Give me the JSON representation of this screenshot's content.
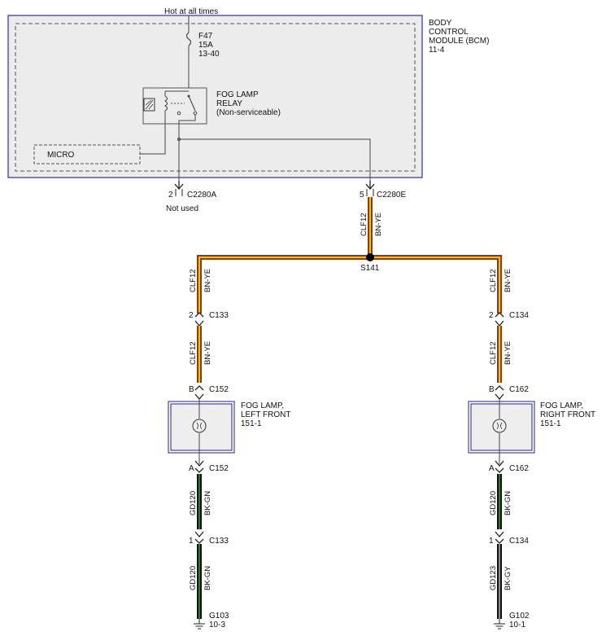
{
  "top_feed": "Hot at all times",
  "bcm": {
    "title": [
      "BODY",
      "CONTROL",
      "MODULE (BCM)",
      "11-4"
    ],
    "fuse": [
      "F47",
      "15A",
      "13-40"
    ],
    "relay": [
      "FOG LAMP",
      "RELAY",
      "(Non-serviceable)"
    ],
    "micro": "MICRO"
  },
  "bcm_pins": {
    "left": {
      "pin": "2",
      "connector": "C2280A",
      "note": "Not used"
    },
    "right": {
      "pin": "5",
      "connector": "C2280E"
    }
  },
  "splice": "S141",
  "wires": {
    "feed": {
      "circuit": "CLF12",
      "color": "BN-YE"
    },
    "left_1": {
      "circuit": "CLF12",
      "color": "BN-YE"
    },
    "left_2": {
      "circuit": "CLF12",
      "color": "BN-YE"
    },
    "left_3": {
      "circuit": "GD120",
      "color": "BK-GN"
    },
    "left_4": {
      "circuit": "GD120",
      "color": "BK-GN"
    },
    "right_1": {
      "circuit": "CLF12",
      "color": "BN-YE"
    },
    "right_2": {
      "circuit": "CLF12",
      "color": "BN-YE"
    },
    "right_3": {
      "circuit": "GD120",
      "color": "BK-GN"
    },
    "right_4": {
      "circuit": "GD123",
      "color": "BK-GY"
    }
  },
  "connectors": {
    "left_c133_top": {
      "pin": "2",
      "id": "C133"
    },
    "left_c152_top": {
      "pin": "B",
      "id": "C152"
    },
    "left_c152_bot": {
      "pin": "A",
      "id": "C152"
    },
    "left_c133_bot": {
      "pin": "1",
      "id": "C133"
    },
    "right_c134_top": {
      "pin": "2",
      "id": "C134"
    },
    "right_c162_top": {
      "pin": "B",
      "id": "C162"
    },
    "right_c162_bot": {
      "pin": "A",
      "id": "C162"
    },
    "right_c134_bot": {
      "pin": "1",
      "id": "C134"
    }
  },
  "lamps": {
    "left": {
      "lines": [
        "FOG LAMP,",
        "LEFT FRONT",
        "151-1"
      ]
    },
    "right": {
      "lines": [
        "FOG LAMP,",
        "RIGHT FRONT",
        "151-1"
      ]
    }
  },
  "grounds": {
    "left": {
      "id": "G103",
      "ref": "10-3"
    },
    "right": {
      "id": "G102",
      "ref": "10-1"
    }
  },
  "colors": {
    "bn_ye_outer": "#8b3a0f",
    "bn_ye_inner": "#f2c200",
    "bk_gn_outer": "#111111",
    "bk_gn_inner": "#2e7d32",
    "bk_gy_inner": "#8c8c8c",
    "module_border": "#5555bb",
    "lamp_border": "#22228a",
    "lamp_fill": "#eeeeee",
    "line": "#444444"
  }
}
